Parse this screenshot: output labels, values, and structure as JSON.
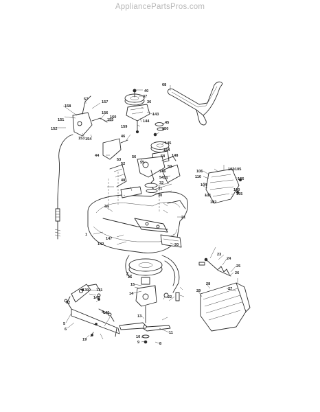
{
  "watermark": "AppliancePartsPros.com",
  "callouts": [
    "1",
    "2",
    "4",
    "5",
    "6",
    "8",
    "9",
    "10",
    "11",
    "13",
    "14",
    "15",
    "16",
    "19",
    "20",
    "21",
    "22",
    "23",
    "24",
    "25",
    "26",
    "27",
    "28",
    "29",
    "30",
    "31",
    "32",
    "33",
    "34",
    "36",
    "37",
    "40",
    "44",
    "45",
    "46",
    "48",
    "52",
    "53",
    "54",
    "55",
    "56",
    "57",
    "58",
    "59",
    "68",
    "92",
    "100",
    "101",
    "102",
    "103",
    "104",
    "105",
    "106",
    "110",
    "130",
    "131",
    "140",
    "142",
    "143",
    "144",
    "145",
    "146",
    "147",
    "148",
    "149",
    "150",
    "151",
    "152",
    "153",
    "154",
    "155",
    "156",
    "157",
    "158",
    "159",
    "160",
    "164",
    "165",
    "166"
  ]
}
